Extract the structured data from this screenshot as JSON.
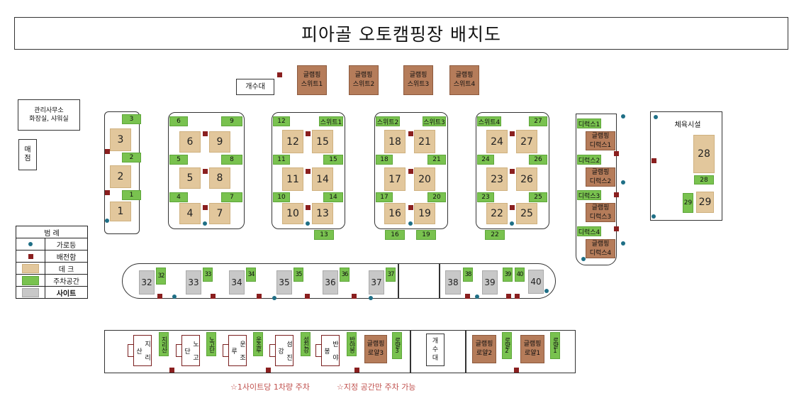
{
  "title": "피아골 오토캠핑장 배치도",
  "facilities": {
    "office": "관리사무소\n화장실, 샤워실",
    "shop": "매\n점",
    "sink_top": "개수대",
    "sink_bottom": "개\n수\n대",
    "sports": "체육시설"
  },
  "legend": {
    "title": "범 례",
    "items": [
      {
        "label": "가로등",
        "kind": "lamp"
      },
      {
        "label": "배전함",
        "kind": "power"
      },
      {
        "label": "데  크",
        "kind": "deck"
      },
      {
        "label": "주차공간",
        "kind": "parking"
      },
      {
        "label": "사이트",
        "kind": "site"
      }
    ]
  },
  "glamping_suites": [
    "글램핑\n스위트1",
    "글램핑\n스위트2",
    "글램핑\n스위트3",
    "글램핑\n스위트4"
  ],
  "col1": {
    "decks": [
      "3",
      "2",
      "1"
    ],
    "parking": [
      "3",
      "2",
      "1"
    ]
  },
  "col2": {
    "decks": [
      "6",
      "9",
      "5",
      "8",
      "4",
      "7"
    ],
    "parking": [
      "6",
      "9",
      "5",
      "8",
      "4",
      "7"
    ]
  },
  "col3": {
    "decks": [
      "12",
      "15",
      "11",
      "14",
      "10",
      "13"
    ],
    "parking": [
      "12",
      "스위트1",
      "11",
      "15",
      "10",
      "14",
      "13"
    ]
  },
  "col4": {
    "decks": [
      "18",
      "21",
      "17",
      "20",
      "16",
      "19"
    ],
    "parking": [
      "스위트2",
      "스위트3",
      "18",
      "21",
      "17",
      "20",
      "16",
      "19"
    ]
  },
  "col5": {
    "decks": [
      "24",
      "27",
      "23",
      "26",
      "22",
      "25"
    ],
    "parking": [
      "스위트4",
      "27",
      "24",
      "26",
      "23",
      "25",
      "22"
    ]
  },
  "deluxe": {
    "parking": [
      "디럭스1",
      "디럭스2",
      "디럭스3",
      "디럭스4"
    ],
    "units": [
      "글램핑\n디럭스1",
      "글램핑\n디럭스2",
      "글램핑\n디럭스3",
      "글램핑\n디럭스4"
    ]
  },
  "sports_area": {
    "deck": "28",
    "parking28": "28",
    "parking29": "29",
    "deck29": "29"
  },
  "middle_row": {
    "sites": [
      "32",
      "33",
      "34",
      "35",
      "36",
      "37",
      "38",
      "39",
      "40"
    ],
    "parking": [
      "32",
      "33",
      "34",
      "35",
      "36",
      "37",
      "38",
      "39",
      "40"
    ]
  },
  "bottom_row": {
    "huts": [
      "지\n리\n산",
      "노\n고\n단",
      "운\n조\n루",
      "섬\n진\n강",
      "반\n야\n봉"
    ],
    "hut_parking": [
      "지리산",
      "노고단",
      "운조루",
      "섬진강",
      "반야봉"
    ],
    "royal": [
      "글램핑\n로얄3",
      "글램핑\n로얄2",
      "글램핑\n로얄1"
    ],
    "royal_parking": [
      "로얄3",
      "로얄2",
      "로얄1"
    ]
  },
  "notes": [
    "☆1사이트당 1차량 주차",
    "☆지정 공간만 주차 가능"
  ],
  "colors": {
    "deck": "#e2c79c",
    "parking": "#79c24f",
    "site": "#c8c8c8",
    "glamping": "#b57c5a",
    "power": "#8a1f1f",
    "lamp": "#1f6f86",
    "note": "#c0504d"
  }
}
